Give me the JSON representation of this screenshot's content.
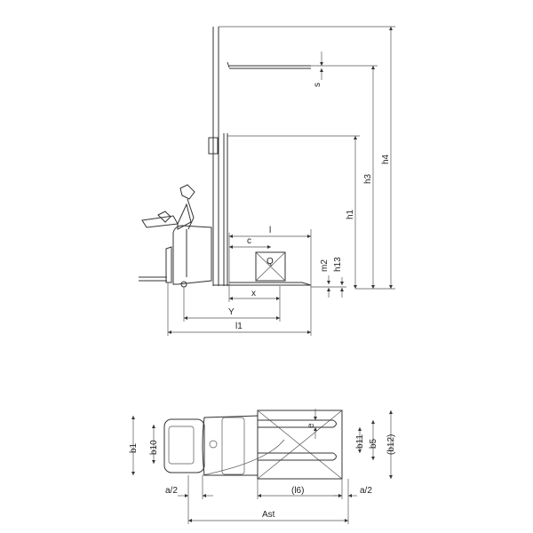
{
  "side_view": {
    "labels": {
      "s": "s",
      "h4": "h4",
      "h3": "h3",
      "h1": "h1",
      "h13": "h13",
      "m2": "m2",
      "l": "l",
      "c": "c",
      "Q": "Q",
      "x": "x",
      "Y": "Y",
      "l1": "l1"
    }
  },
  "top_view": {
    "labels": {
      "b1": "b1",
      "b10": "b10",
      "e": "e",
      "b11": "b11",
      "b5": "b5",
      "b12": "(b12)",
      "a2_left": "a/2",
      "l6": "(l6)",
      "a2_right": "a/2",
      "Ast": "Ast"
    }
  }
}
